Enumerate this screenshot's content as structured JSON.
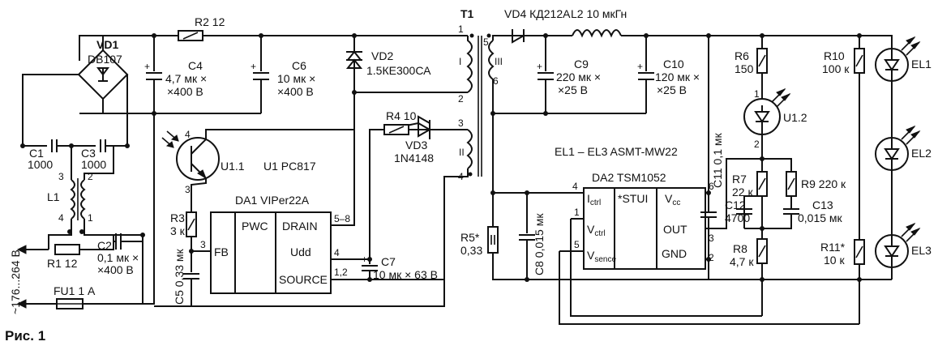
{
  "figure_caption": "Рис. 1",
  "input": {
    "voltage": "~176...264 В",
    "ac": "~"
  },
  "components": {
    "VD1": {
      "ref": "VD1",
      "part": "DB107"
    },
    "C1": {
      "ref": "C1",
      "value": "1000"
    },
    "C3": {
      "ref": "C3",
      "value": "1000"
    },
    "L1": {
      "ref": "L1",
      "pins": [
        "3",
        "2",
        "4",
        "1"
      ]
    },
    "C2": {
      "ref": "C2",
      "value1": "0,1 мк ×",
      "value2": "×400 В"
    },
    "R1": {
      "ref": "R1",
      "value": "12"
    },
    "FU1": {
      "ref": "FU1",
      "value": "1 А"
    },
    "R2": {
      "ref": "R2",
      "value": "12"
    },
    "C4": {
      "ref": "C4",
      "value1": "4,7 мк ×",
      "value2": "×400 В"
    },
    "C6": {
      "ref": "C6",
      "value1": "10 мк ×",
      "value2": "×400 В"
    },
    "VD2": {
      "ref": "VD2",
      "part": "1.5КЕ300СА"
    },
    "T1": {
      "ref": "T1",
      "windings": [
        "I",
        "II",
        "III"
      ],
      "pins": [
        "1",
        "2",
        "3",
        "4",
        "5",
        "6"
      ]
    },
    "VD4": {
      "ref": "VD4",
      "part": "КД212А"
    },
    "L2": {
      "ref": "L2",
      "value": "10 мкГн"
    },
    "C9": {
      "ref": "C9",
      "value1": "220 мк ×",
      "value2": "×25 В"
    },
    "C10": {
      "ref": "C10",
      "value1": "120 мк ×",
      "value2": "×25 В"
    },
    "R4": {
      "ref": "R4",
      "value": "10"
    },
    "VD3": {
      "ref": "VD3",
      "part": "1N4148"
    },
    "U1": {
      "ref": "U1",
      "part": "PC817",
      "half1": "U1.1",
      "half2": "U1.2",
      "pins": [
        "4",
        "3",
        "1",
        "2"
      ]
    },
    "DA1": {
      "ref": "DA1",
      "part": "VIPer22A",
      "blocks": [
        "FB",
        "PWC",
        "DRAIN",
        "Udd",
        "SOURCE"
      ],
      "pins": [
        "5–8",
        "3",
        "4",
        "1,2"
      ]
    },
    "R3": {
      "ref": "R3",
      "value": "3 к"
    },
    "C5": {
      "ref": "C5",
      "value": "0,33 мк"
    },
    "C7": {
      "ref": "C7",
      "value": "10 мк × 63 В"
    },
    "R5": {
      "ref": "R5*",
      "value": "0,33"
    },
    "C8": {
      "ref": "C8",
      "value": "0,015 мк"
    },
    "DA2": {
      "ref": "DA2",
      "part": "TSM1052",
      "pins": [
        "4",
        "1",
        "5",
        "6",
        "3",
        "2"
      ]
    },
    "C11": {
      "ref": "C11",
      "value": "0,1 мк"
    },
    "R6": {
      "ref": "R6",
      "value": "150"
    },
    "R7": {
      "ref": "R7",
      "value": "22 к"
    },
    "C12": {
      "ref": "C12",
      "value": "4700"
    },
    "R8": {
      "ref": "R8",
      "value": "4,7 к"
    },
    "R9": {
      "ref": "R9",
      "value": "220 к"
    },
    "C13": {
      "ref": "C13",
      "value": "0,015 мк"
    },
    "R10": {
      "ref": "R10",
      "value": "100 к"
    },
    "R11": {
      "ref": "R11*",
      "value": "10 к"
    },
    "LEDS": {
      "labels": [
        "EL1",
        "EL2",
        "EL3"
      ],
      "note": "EL1 – EL3 ASMT-MW22"
    }
  },
  "plus_sign": "+",
  "dot_mark": "•"
}
